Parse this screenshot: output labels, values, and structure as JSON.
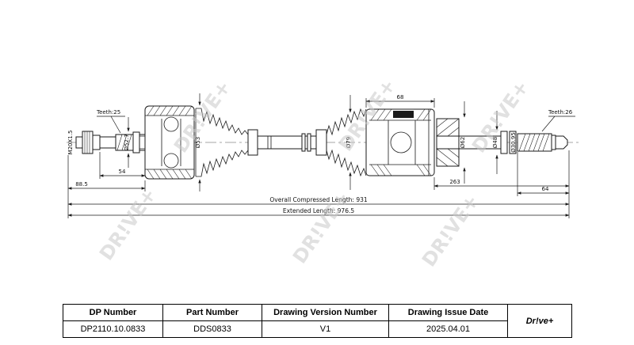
{
  "watermark": {
    "text": "DR!VE+"
  },
  "drawing": {
    "labels": {
      "teeth_left": "Teeth:25",
      "teeth_right": "Teeth:26",
      "thread_spec": "M20X1.5",
      "dia_spline_left": "Ø52.7",
      "dia_boot_left": "Ø53",
      "dia_boot_right": "Ø79",
      "dia_bearing_right": "Ø62",
      "dia_ring_right": "Ø48",
      "dia_spline_right": "Ø30.95"
    },
    "dimensions": {
      "left_spline_length": "54",
      "left_end_length": "88.5",
      "right_joint_length": "68",
      "right_shaft_length": "263",
      "right_spline_length": "64",
      "overall_compressed_length": "Overall  Compressed  Length: 931",
      "extended_length": "Extended  Length: 976.5"
    }
  },
  "title_block": {
    "headers": [
      "DP Number",
      "Part Number",
      "Drawing Version Number",
      "Drawing Issue Date"
    ],
    "values": [
      "DP2110.10.0833",
      "DDS0833",
      "V1",
      "2025.04.01"
    ],
    "logo": "Dr!ve+"
  },
  "colors": {
    "line": "#1a1a1a",
    "watermark": "#c9c9c9",
    "logo_green": "#97c23c"
  }
}
